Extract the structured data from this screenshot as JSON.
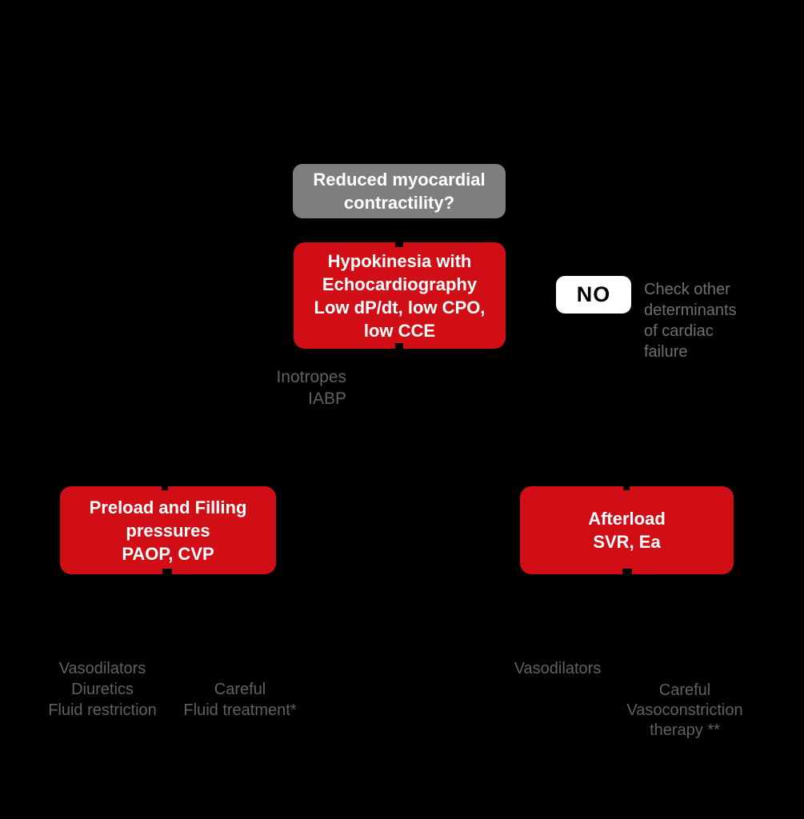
{
  "colors": {
    "background": "#000000",
    "red": "#d10e16",
    "gray-box": "#7e7e80",
    "white": "#ffffff",
    "black": "#000000",
    "text-gray": "#616161",
    "text-gray-light": "#6f6f6f"
  },
  "nodes": {
    "question": {
      "lines": [
        "Reduced myocardial",
        "contractility?"
      ]
    },
    "hypokinesia": {
      "lines": [
        "Hypokinesia with",
        "Echocardiography",
        "Low dP/dt, low CPO,",
        "low CCE"
      ]
    },
    "no_badge": {
      "label": "NO"
    },
    "check_other": {
      "lines": [
        "Check other",
        "determinants",
        "of cardiac",
        "failure"
      ]
    },
    "inotropes": {
      "lines": [
        "Inotropes",
        "IABP"
      ]
    },
    "preload": {
      "lines": [
        "Preload and Filling",
        "pressures",
        "PAOP, CVP"
      ]
    },
    "afterload": {
      "lines": [
        "Afterload",
        "SVR, Ea"
      ]
    },
    "preload_treatments": {
      "lines": [
        "Vasodilators",
        "Diuretics",
        "Fluid restriction"
      ]
    },
    "careful_fluid": {
      "lines": [
        "Careful",
        "Fluid treatment*"
      ]
    },
    "afterload_treatments": {
      "lines": [
        "Vasodilators"
      ]
    },
    "careful_vaso": {
      "lines": [
        "Careful",
        "Vasoconstriction",
        "therapy **"
      ]
    }
  }
}
